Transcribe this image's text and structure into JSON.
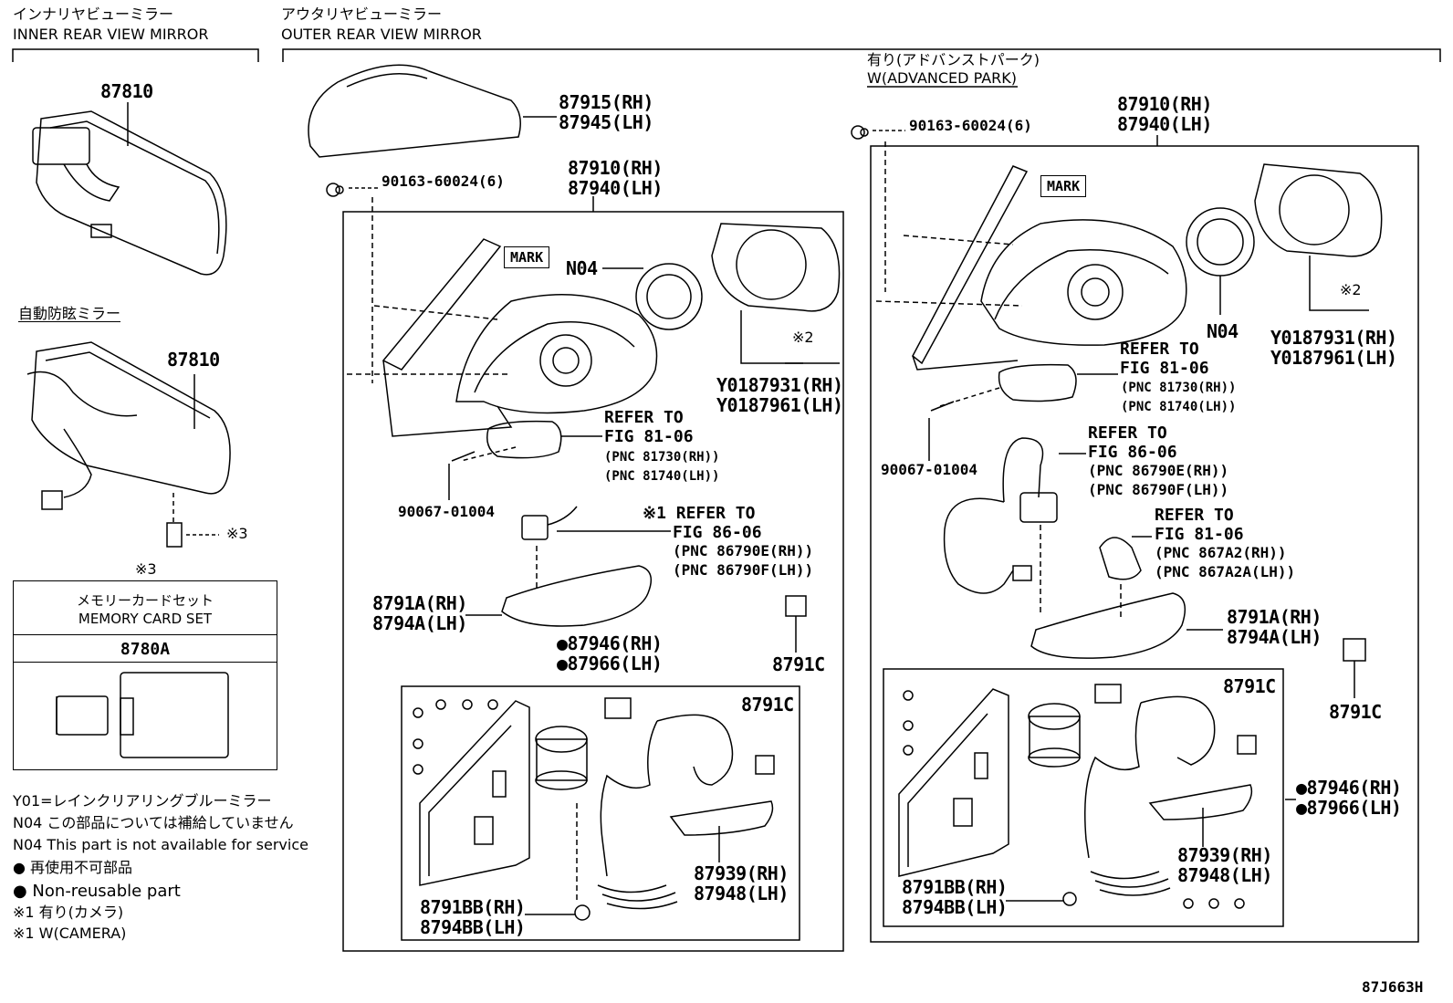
{
  "headers": {
    "inner_jp": "インナリヤビューミラー",
    "inner_en": "INNER REAR VIEW MIRROR",
    "outer_jp": "アウタリヤビューミラー",
    "outer_en": "OUTER REAR VIEW MIRROR",
    "adv_jp": "有り(アドバンストパーク)",
    "adv_en": "W(ADVANCED PARK)",
    "auto_dim_jp": "自動防眩ミラー"
  },
  "inner": {
    "part1": "87810",
    "part2": "87810",
    "note3": "※3"
  },
  "memory_card": {
    "ref": "※3",
    "title_jp": "メモリーカードセット",
    "title_en": "MEMORY CARD SET",
    "part": "8780A"
  },
  "outer": {
    "cover_rh": "87915(RH)",
    "cover_lh": "87945(LH)",
    "screw": "90163-60024(6)",
    "assy_rh": "87910(RH)",
    "assy_lh": "87940(LH)",
    "mark": "MARK",
    "n04": "N04",
    "note2": "※2",
    "y01_rh": "Y0187931(RH)",
    "y01_lh": "Y0187961(LH)",
    "refer_to": "REFER TO",
    "fig_81": "FIG 81-06",
    "pnc_81730": "(PNC 81730(RH))",
    "pnc_81740": "(PNC 81740(LH))",
    "bolt": "90067-01004",
    "note1_refer": "※1 REFER TO",
    "fig_86": "FIG 86-06",
    "pnc_86790e": "(PNC 86790E(RH))",
    "pnc_86790f": "(PNC 86790F(LH))",
    "a_rh": "8791A(RH)",
    "a_lh": "8794A(LH)",
    "c": "8791C",
    "dot_rh": "●87946(RH)",
    "dot_lh": "●87966(LH)",
    "c_inner": "8791C",
    "p939_rh": "87939(RH)",
    "p948_lh": "87948(LH)",
    "bb_rh": "8791BB(RH)",
    "bb_lh": "8794BB(LH)"
  },
  "adv": {
    "screw": "90163-60024(6)",
    "assy_rh": "87910(RH)",
    "assy_lh": "87940(LH)",
    "mark": "MARK",
    "n04": "N04",
    "note2": "※2",
    "y01_rh": "Y0187931(RH)",
    "y01_lh": "Y0187961(LH)",
    "refer_to": "REFER TO",
    "fig_81": "FIG 81-06",
    "pnc_81730": "(PNC 81730(RH))",
    "pnc_81740": "(PNC 81740(LH))",
    "bolt": "90067-01004",
    "refer_to_2": "REFER TO",
    "fig_86": "FIG 86-06",
    "pnc_86790e": "(PNC 86790E(RH))",
    "pnc_86790f": "(PNC 86790F(LH))",
    "refer_to_3": "REFER TO",
    "fig_81_b": "FIG 81-06",
    "pnc_867a2": "(PNC 867A2(RH))",
    "pnc_867a2a": "(PNC 867A2A(LH))",
    "a_rh": "8791A(RH)",
    "a_lh": "8794A(LH)",
    "c": "8791C",
    "c_inner": "8791C",
    "dot_rh": "●87946(RH)",
    "dot_lh": "●87966(LH)",
    "p939_rh": "87939(RH)",
    "p948_lh": "87948(LH)",
    "bb_rh": "8791BB(RH)",
    "bb_lh": "8794BB(LH)"
  },
  "legend": {
    "y01": "Y01=レインクリアリングブルーミラー",
    "n04_jp": "N04 この部品については補給していません",
    "n04_en": "N04 This part is not available for service",
    "dot_jp": "● 再使用不可部品",
    "dot_en": "● Non-reusable part",
    "cam_jp": "※1 有り(カメラ)",
    "cam_en": "※1 W(CAMERA)"
  },
  "diagram_id": "87J663H"
}
